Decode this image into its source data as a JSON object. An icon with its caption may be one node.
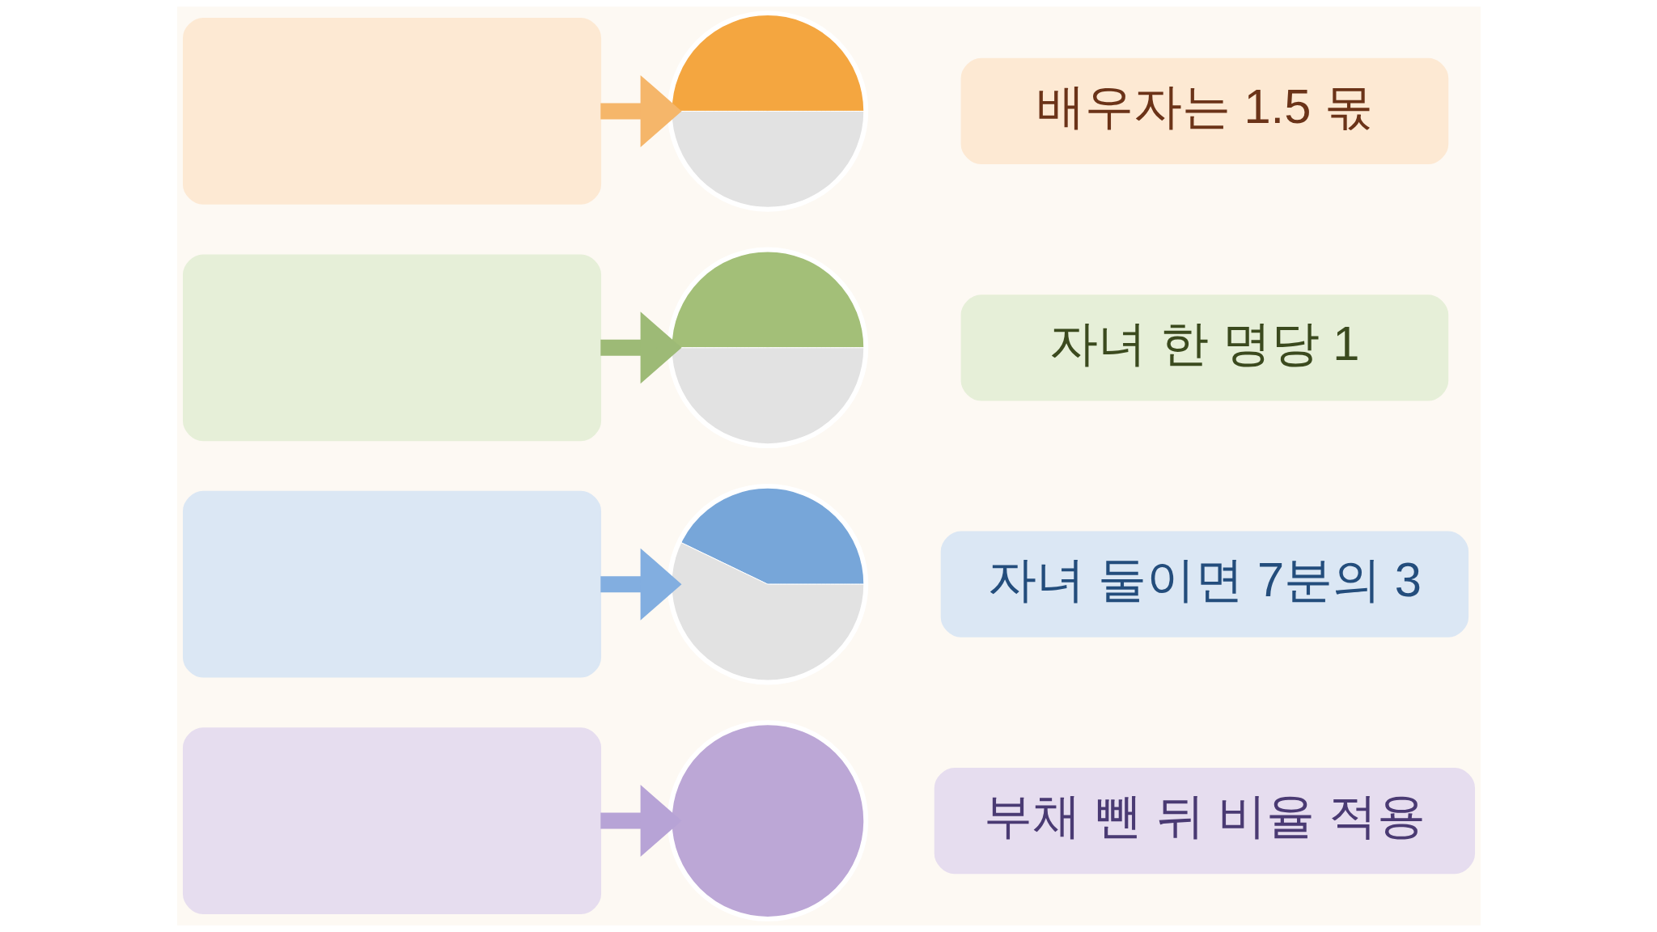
{
  "diagram": {
    "nodes": [
      {
        "text": [],
        "shape": "box"
      },
      {
        "text": [],
        "shape": "circle"
      },
      {
        "text": [
          "배우자는 1.5 몫"
        ]
      },
      {
        "text": [],
        "shape": "box"
      },
      {
        "text": [],
        "shape": "circle"
      },
      {
        "text": [
          "자녀 한 명당 1"
        ]
      },
      {
        "text": [],
        "shape": "box"
      },
      {
        "text": [],
        "shape": "circle"
      },
      {
        "text": [
          "자녀 둘이면 7분의 3"
        ]
      },
      {
        "text": [],
        "shape": "box"
      },
      {
        "text": [],
        "shape": "circle"
      },
      {
        "text": [
          "부채 뺀 뒤 비율 적용"
        ]
      }
    ],
    "edges": [
      {
        "from": 0,
        "to": 1,
        "arrow": "to",
        "color": "#f5b66a"
      },
      {
        "from": 3,
        "to": 4,
        "arrow": "to",
        "color": "#9dba76"
      },
      {
        "from": 6,
        "to": 7,
        "arrow": "to",
        "color": "#82aee0"
      },
      {
        "from": 9,
        "to": 10,
        "arrow": "to",
        "color": "#b7a3d6"
      }
    ]
  }
}
